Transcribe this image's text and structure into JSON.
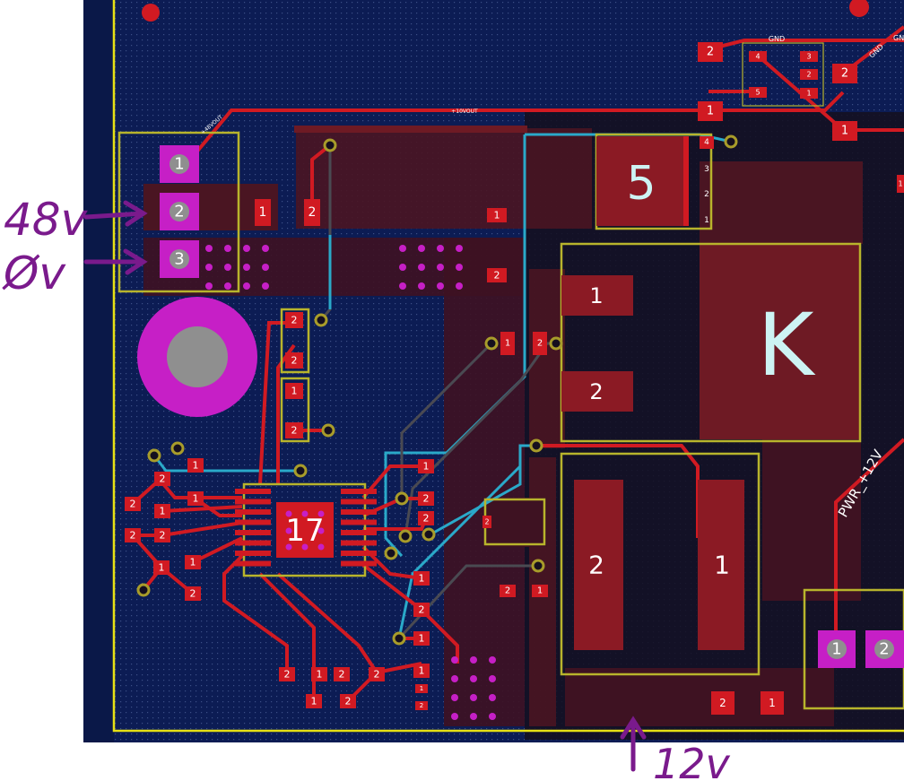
{
  "colors": {
    "page": "#ffffff",
    "board": "#0c1c54",
    "dots": "#3b4f86",
    "copper_top": "#d11a22",
    "copper_pour": "#6e1a24",
    "copper_dark": "#360f1e",
    "inner_trace": "#2aa9c9",
    "inner_trace_dark": "#4a4a52",
    "silkscreen": "#b8b42c",
    "thru_pad": "#c61fc6",
    "via_ring": "#a89c2a",
    "drill": "#8f8f8f",
    "outline": "#e6e014",
    "annotation": "#7a1a8c",
    "text_cyan": "#cdf3f3"
  },
  "annotations": {
    "v48": "48v",
    "v0": "Øv",
    "v12": "12v"
  },
  "connector_left": {
    "pin1": "1",
    "pin2": "2",
    "pin3": "3"
  },
  "connector_bottom": {
    "pin1": "1",
    "pin2": "2"
  },
  "designators": {
    "u5": "5",
    "relay_k": "K",
    "ic17": "17"
  },
  "nets": {
    "out_left": "+48VOUT",
    "out_top": "+10VOUT",
    "gnd_a": "GND",
    "gnd_b": "GND",
    "gnd_c": "GN",
    "pwr": "PWR_+12V"
  },
  "pads": {
    "u5_pins": [
      "4",
      "3",
      "2",
      "1"
    ],
    "k_pins": [
      "1",
      "2"
    ],
    "c_big": [
      "2",
      "1"
    ],
    "reg_pins": [
      "1",
      "2",
      "3",
      "4",
      "5"
    ],
    "top_pins": [
      "2",
      "1",
      "2",
      "1"
    ],
    "small": [
      "1",
      "2",
      "1",
      "2",
      "1",
      "2",
      "2",
      "1",
      "2",
      "2",
      "1",
      "2",
      "1",
      "2",
      "1",
      "2",
      "1",
      "2",
      "2",
      "1",
      "1",
      "2",
      "1",
      "2",
      "2",
      "1",
      "2",
      "1",
      "2",
      "1",
      "2",
      "2",
      "1",
      "2",
      "1",
      "1",
      "2",
      "2",
      "1",
      "2",
      "1"
    ]
  }
}
